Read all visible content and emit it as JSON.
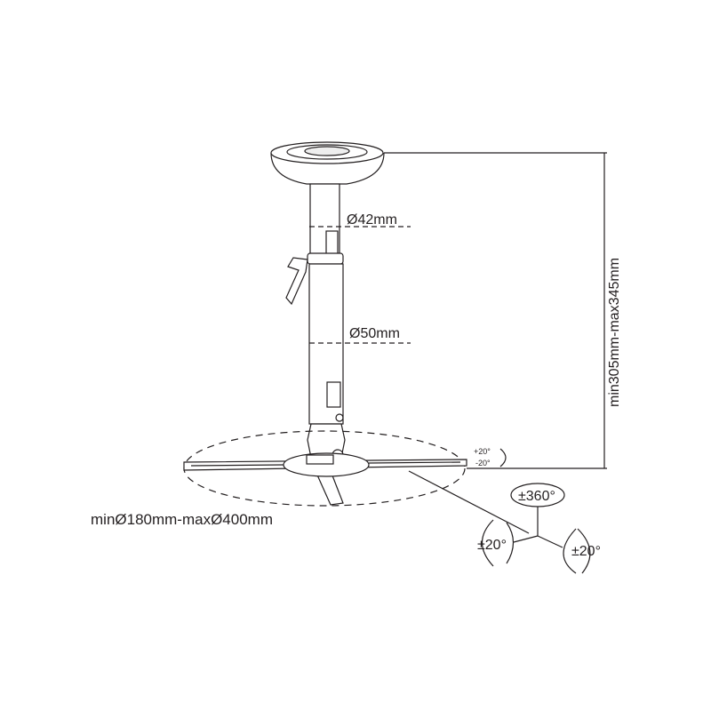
{
  "labels": {
    "inner_tube_diameter": "Ø42mm",
    "outer_tube_diameter": "Ø50mm",
    "height_range": "min305mm-max345mm",
    "arm_span": "minØ180mm-maxØ400mm",
    "tilt_plus": "+20°",
    "tilt_minus": "-20°",
    "swivel": "±360°",
    "tilt_left": "±20°",
    "tilt_right": "±20°"
  },
  "colors": {
    "line": "#231f20"
  }
}
